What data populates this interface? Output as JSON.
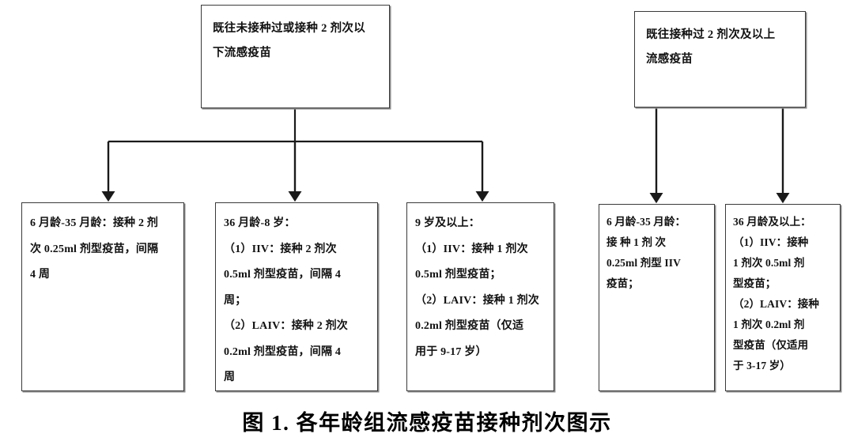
{
  "figure": {
    "caption": "图 1. 各年龄组流感疫苗接种剂次图示",
    "line_color": "#1a1a1a",
    "box_border_color": "#3a3a3a",
    "background": "#ffffff"
  },
  "branches": [
    {
      "id": "left-branch",
      "root": {
        "name": "previously-unvaccinated-or-under-2-doses",
        "text": "既往未接种过或接种 2 剂次以\n下流感疫苗"
      },
      "leaves": [
        {
          "name": "age-6m-35m",
          "text": "6 月龄-35 月龄：接种 2 剂\n次 0.25ml 剂型疫苗，间隔\n4 周"
        },
        {
          "name": "age-36m-8y",
          "text": "36 月龄-8 岁：\n（1）IIV：接种 2 剂次\n0.5ml 剂型疫苗，间隔 4\n周；\n（2）LAIV：接种 2 剂次\n0.2ml 剂型疫苗，间隔 4\n周"
        },
        {
          "name": "age-9y-and-above",
          "text": "9 岁及以上：\n（1）IIV：接种 1 剂次\n0.5ml 剂型疫苗；\n（2）LAIV：接种 1 剂次\n0.2ml 剂型疫苗（仅适\n用于 9-17 岁）"
        }
      ]
    },
    {
      "id": "right-branch",
      "root": {
        "name": "previously-vaccinated-2-doses-or-more",
        "text": "既往接种过 2 剂次及以上\n流感疫苗"
      },
      "leaves": [
        {
          "name": "age-6m-35m-single-dose",
          "text": "6 月龄-35 月龄：\n接 种 1 剂 次\n0.25ml 剂型 IIV\n疫苗；"
        },
        {
          "name": "age-36m-and-above",
          "text": "36 月龄及以上：\n（1）IIV：接种\n1 剂次 0.5ml 剂\n型疫苗；\n（2）LAIV：接种\n1 剂次 0.2ml 剂\n型疫苗（仅适用\n于 3-17 岁）"
        }
      ]
    }
  ]
}
